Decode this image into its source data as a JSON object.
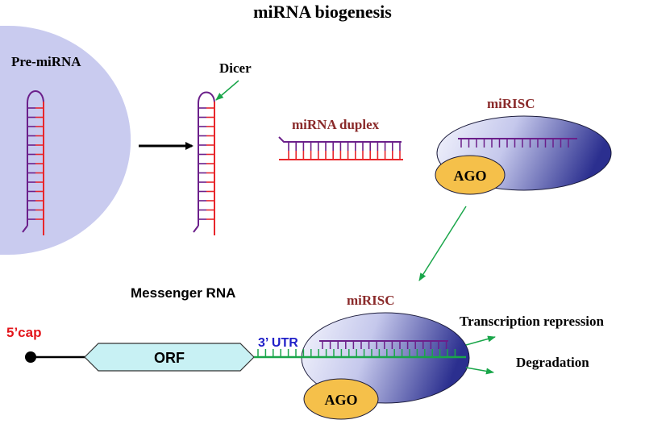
{
  "title": "miRNA biogenesis",
  "labels": {
    "pre_mirna": "Pre-miRNA",
    "dicer": "Dicer",
    "mirna_duplex": "miRNA duplex",
    "mirisc_top": "miRISC",
    "ago_top": "AGO",
    "messenger_rna": "Messenger RNA",
    "mirisc_bottom": "miRISC",
    "ago_bottom": "AGO",
    "five_cap": "5’cap",
    "orf": "ORF",
    "three_utr": "3’ UTR",
    "transcription_repression": "Transcription repression",
    "degradation": "Degradation"
  },
  "colors": {
    "nucleus": "#c9cbef",
    "strand_red": "#e8262b",
    "strand_purple": "#6b1f8a",
    "green_arrow": "#1aa64a",
    "orf_fill": "#c8f1f4",
    "ago_fill": "#f5c04a",
    "label_dark_red": "#8a2a2a",
    "cap_red": "#e3161c",
    "utr_blue": "#2020c8",
    "mirisc_light": "#eef0fb",
    "mirisc_dark": "#2b2f8f"
  }
}
